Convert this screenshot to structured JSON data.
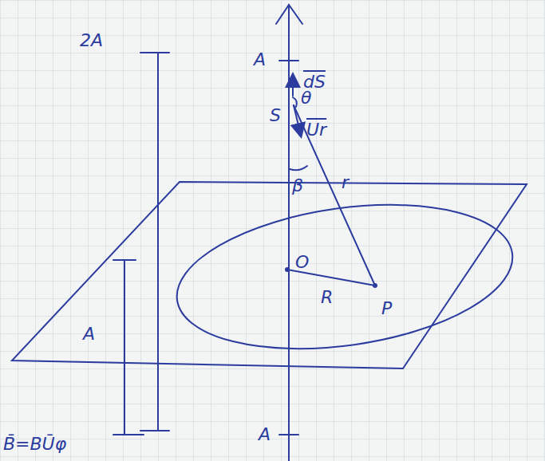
{
  "diagram": {
    "labels": [
      "A",
      "dS",
      "θ",
      "S",
      "Ur",
      "β",
      "r",
      "2A",
      "O",
      "R",
      "P",
      "A",
      "B̄=BŪφ",
      "A"
    ]
  }
}
